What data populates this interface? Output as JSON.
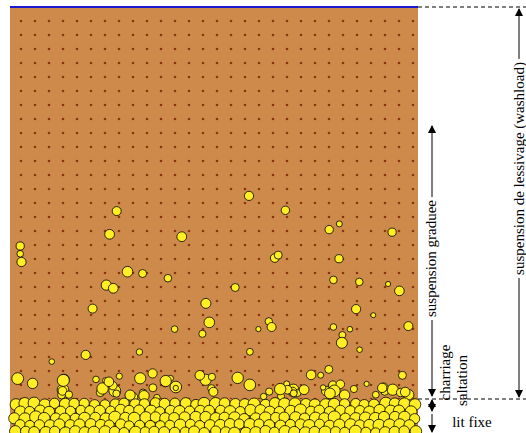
{
  "diagram": {
    "labels": [
      "suspension graduee",
      "suspension de lessivage (washload)",
      "charriage",
      "saltation",
      "lit fixe"
    ]
  }
}
